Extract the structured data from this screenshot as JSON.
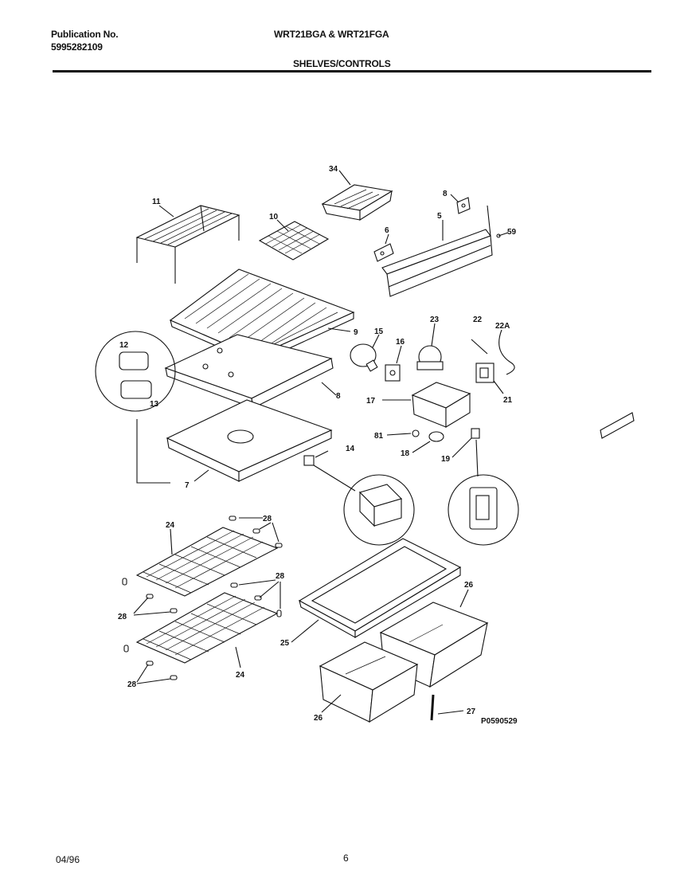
{
  "header": {
    "publication_label": "Publication No.",
    "publication_number": "5995282109",
    "models": "WRT21BGA & WRT21FGA",
    "section_title": "SHELVES/CONTROLS"
  },
  "diagram": {
    "figure_id": "P0590529",
    "callouts": [
      {
        "id": "c34",
        "text": "34"
      },
      {
        "id": "c11",
        "text": "11"
      },
      {
        "id": "c10",
        "text": "10"
      },
      {
        "id": "c8a",
        "text": "8"
      },
      {
        "id": "c5",
        "text": "5"
      },
      {
        "id": "c59",
        "text": "59"
      },
      {
        "id": "c6",
        "text": "6"
      },
      {
        "id": "c9",
        "text": "9"
      },
      {
        "id": "c15",
        "text": "15"
      },
      {
        "id": "c23",
        "text": "23"
      },
      {
        "id": "c22",
        "text": "22"
      },
      {
        "id": "c22a",
        "text": "22A"
      },
      {
        "id": "c16",
        "text": "16"
      },
      {
        "id": "c12",
        "text": "12"
      },
      {
        "id": "c13",
        "text": "13"
      },
      {
        "id": "c8b",
        "text": "8"
      },
      {
        "id": "c17",
        "text": "17"
      },
      {
        "id": "c21",
        "text": "21"
      },
      {
        "id": "c81",
        "text": "81"
      },
      {
        "id": "c18",
        "text": "18"
      },
      {
        "id": "c19",
        "text": "19"
      },
      {
        "id": "c14",
        "text": "14"
      },
      {
        "id": "c7",
        "text": "7"
      },
      {
        "id": "c24a",
        "text": "24"
      },
      {
        "id": "c28a",
        "text": "28"
      },
      {
        "id": "c28b",
        "text": "28"
      },
      {
        "id": "c28c",
        "text": "28"
      },
      {
        "id": "c26a",
        "text": "26"
      },
      {
        "id": "c25",
        "text": "25"
      },
      {
        "id": "c28d",
        "text": "28"
      },
      {
        "id": "c24b",
        "text": "24"
      },
      {
        "id": "c27",
        "text": "27"
      },
      {
        "id": "c26b",
        "text": "26"
      }
    ]
  },
  "footer": {
    "date": "04/96",
    "page": "6"
  }
}
